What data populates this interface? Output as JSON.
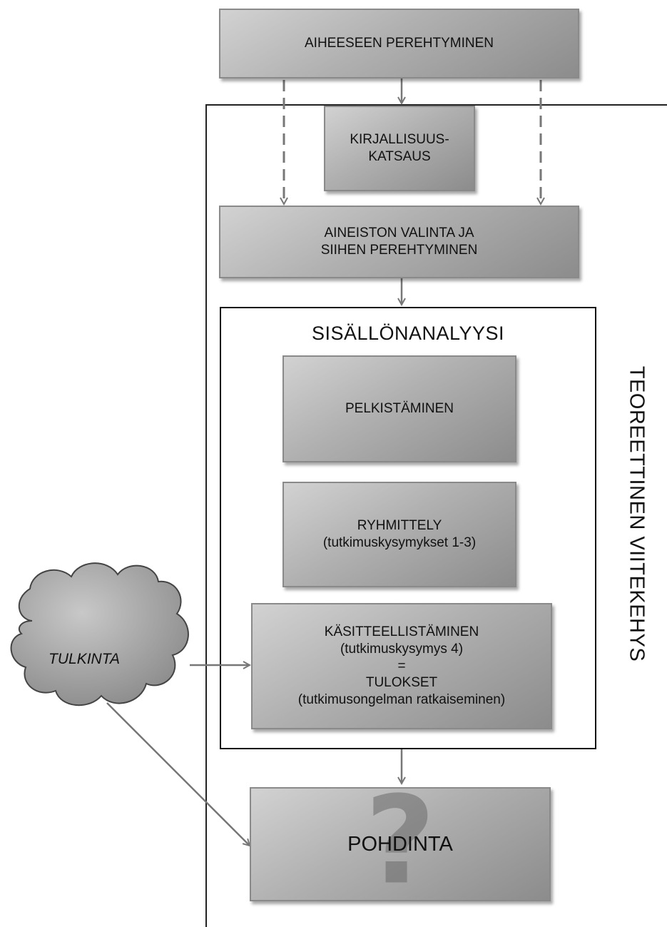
{
  "boxes": {
    "topic": {
      "line1": "AIHEESEEN PEREHTYMINEN"
    },
    "literature": {
      "line1": "KIRJALLISUUS-",
      "line2": "KATSAUS"
    },
    "material": {
      "line1": "AINEISTON VALINTA JA",
      "line2": "SIIHEN PEREHTYMINEN"
    },
    "reduction": {
      "line1": "PELKISTÄMINEN"
    },
    "grouping": {
      "line1": "RYHMITTELY",
      "line2": "(tutkimuskysymykset 1-3)"
    },
    "conceptualization": {
      "line1": "KÄSITTEELLISTÄMINEN",
      "line2": "(tutkimuskysymys 4)",
      "line3": "=",
      "line4": "TULOKSET",
      "line5": "(tutkimusongelman ratkaiseminen)"
    },
    "discussion": {
      "line1": "POHDINTA",
      "symbol": "?"
    }
  },
  "analysis_title": "SISÄLLÖNANALYYSI",
  "side_label": "TEOREETTINEN VIITEKEHYS",
  "cloud_label": "TULKINTA"
}
